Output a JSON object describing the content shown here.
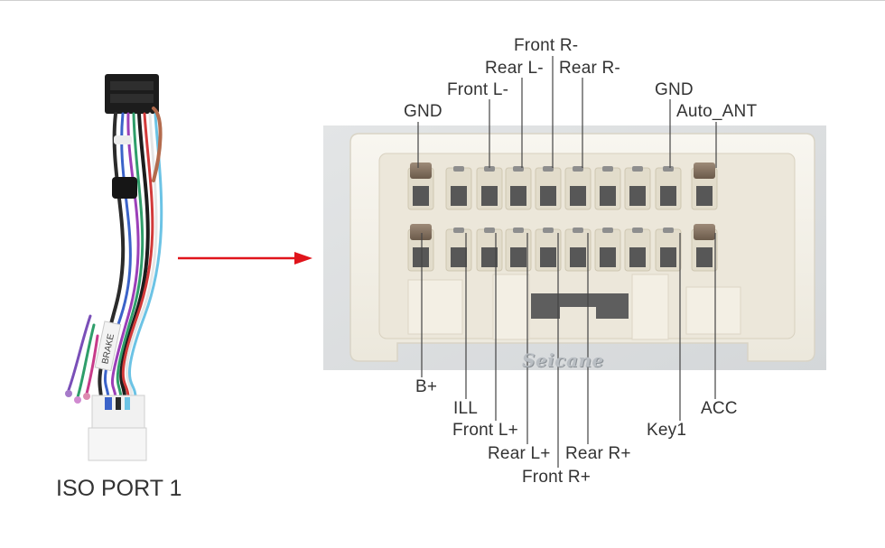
{
  "caption": "ISO PORT 1",
  "brand_watermark": "Seicane",
  "pin_labels": {
    "front_r_minus": "Front R-",
    "rear_l_minus": "Rear L-",
    "rear_r_minus": "Rear R-",
    "front_l_minus": "Front L-",
    "gnd_left": "GND",
    "gnd_right": "GND",
    "auto_ant": "Auto_ANT",
    "b_plus": "B+",
    "ill": "ILL",
    "front_l_plus": "Front L+",
    "rear_l_plus": "Rear L+",
    "rear_r_plus": "Rear R+",
    "front_r_plus": "Front R+",
    "key1": "Key1",
    "acc": "ACC"
  },
  "harness_tag_text": "BRAKE",
  "colors": {
    "arrow": "#e0141b",
    "leader_line": "#444444",
    "label_text": "#333333"
  }
}
